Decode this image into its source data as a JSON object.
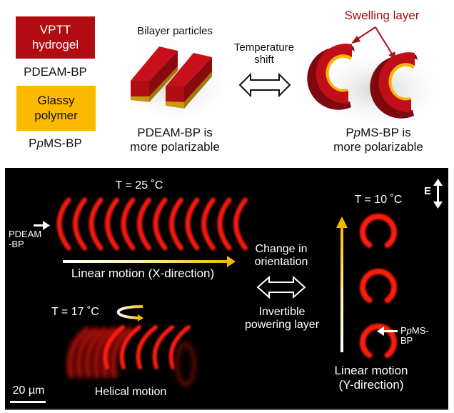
{
  "colors": {
    "hydrogel": "#b10c12",
    "glassy": "#fbb900",
    "swelling_label": "#a40f15",
    "fluorescence": "#ff1a10",
    "arrow_yellow": "#f5b800",
    "panel_background": "#000000"
  },
  "top_panel": {
    "legend": {
      "hydrogel_box": {
        "line1": "VPTT",
        "line2": "hydrogel"
      },
      "hydrogel_caption": "PDEAM-BP",
      "glassy_box": {
        "line1": "Glassy",
        "line2": "polymer"
      },
      "glassy_caption_prefix": "P",
      "glassy_caption_italic": "p",
      "glassy_caption_suffix": "MS-BP"
    },
    "bilayer_title": "Bilayer particles",
    "bilayer_caption": {
      "line1": "PDEAM-BP is",
      "line2": "more polarizable"
    },
    "shift_label": {
      "line1": "Temperature",
      "line2": "shift"
    },
    "swelling_label": "Swelling layer",
    "curved_caption": {
      "line1_prefix": "P",
      "line1_italic": "p",
      "line1_suffix": "MS-BP is",
      "line2": "more polarizable"
    }
  },
  "bottom_panel": {
    "x_motion": {
      "temperature": "T =  25 ˚C",
      "pointer_label": {
        "line1": "PDEAM",
        "line2": "-BP"
      },
      "motion_label": "Linear motion (X-direction)",
      "arc_count": 12
    },
    "helical": {
      "temperature": "T = 17 ˚C",
      "motion_label": "Helical motion",
      "sharp_arc_count": 5,
      "blurred_arc_count": 6
    },
    "middle": {
      "top": {
        "line1": "Change in",
        "line2": "orientation"
      },
      "bottom": {
        "line1": "Invertible",
        "line2": "powering layer"
      }
    },
    "y_motion": {
      "temperature": "T = 10 ˚C",
      "pointer_label": {
        "line1_prefix": "P",
        "line1_italic": "p",
        "line1_suffix": "MS-",
        "line2": "BP"
      },
      "motion_label": {
        "line1": "Linear motion",
        "line2": "(Y-direction)"
      },
      "arc_count": 3
    },
    "field_label": "E",
    "scale_bar": "20 µm"
  }
}
